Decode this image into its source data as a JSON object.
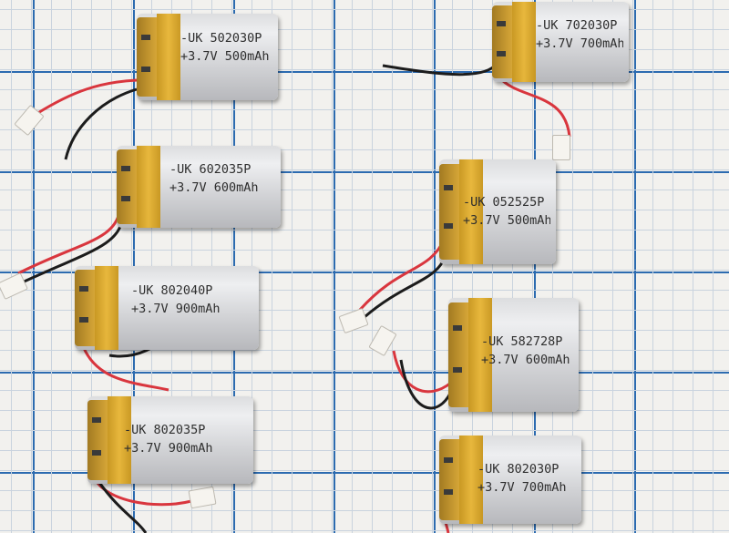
{
  "batteries": [
    {
      "model": "-UK 502030P",
      "spec": "+3.7V 500mAh"
    },
    {
      "model": "-UK 702030P",
      "spec": "+3.7V 700mAh"
    },
    {
      "model": "-UK 602035P",
      "spec": "+3.7V 600mAh"
    },
    {
      "model": "-UK 052525P",
      "spec": "+3.7V 500mAh"
    },
    {
      "model": "-UK 802040P",
      "spec": "+3.7V 900mAh"
    },
    {
      "model": "-UK 582728P",
      "spec": "+3.7V 600mAh"
    },
    {
      "model": "-UK 802035P",
      "spec": "+3.7V 900mAh"
    },
    {
      "model": "-UK 802030P",
      "spec": "+3.7V 700mAh"
    }
  ],
  "colors": {
    "wire_red": "#d9363e",
    "wire_black": "#1c1c1c",
    "grid_blue": "#2c6bb0",
    "tape_yellow": "#e8b534"
  }
}
